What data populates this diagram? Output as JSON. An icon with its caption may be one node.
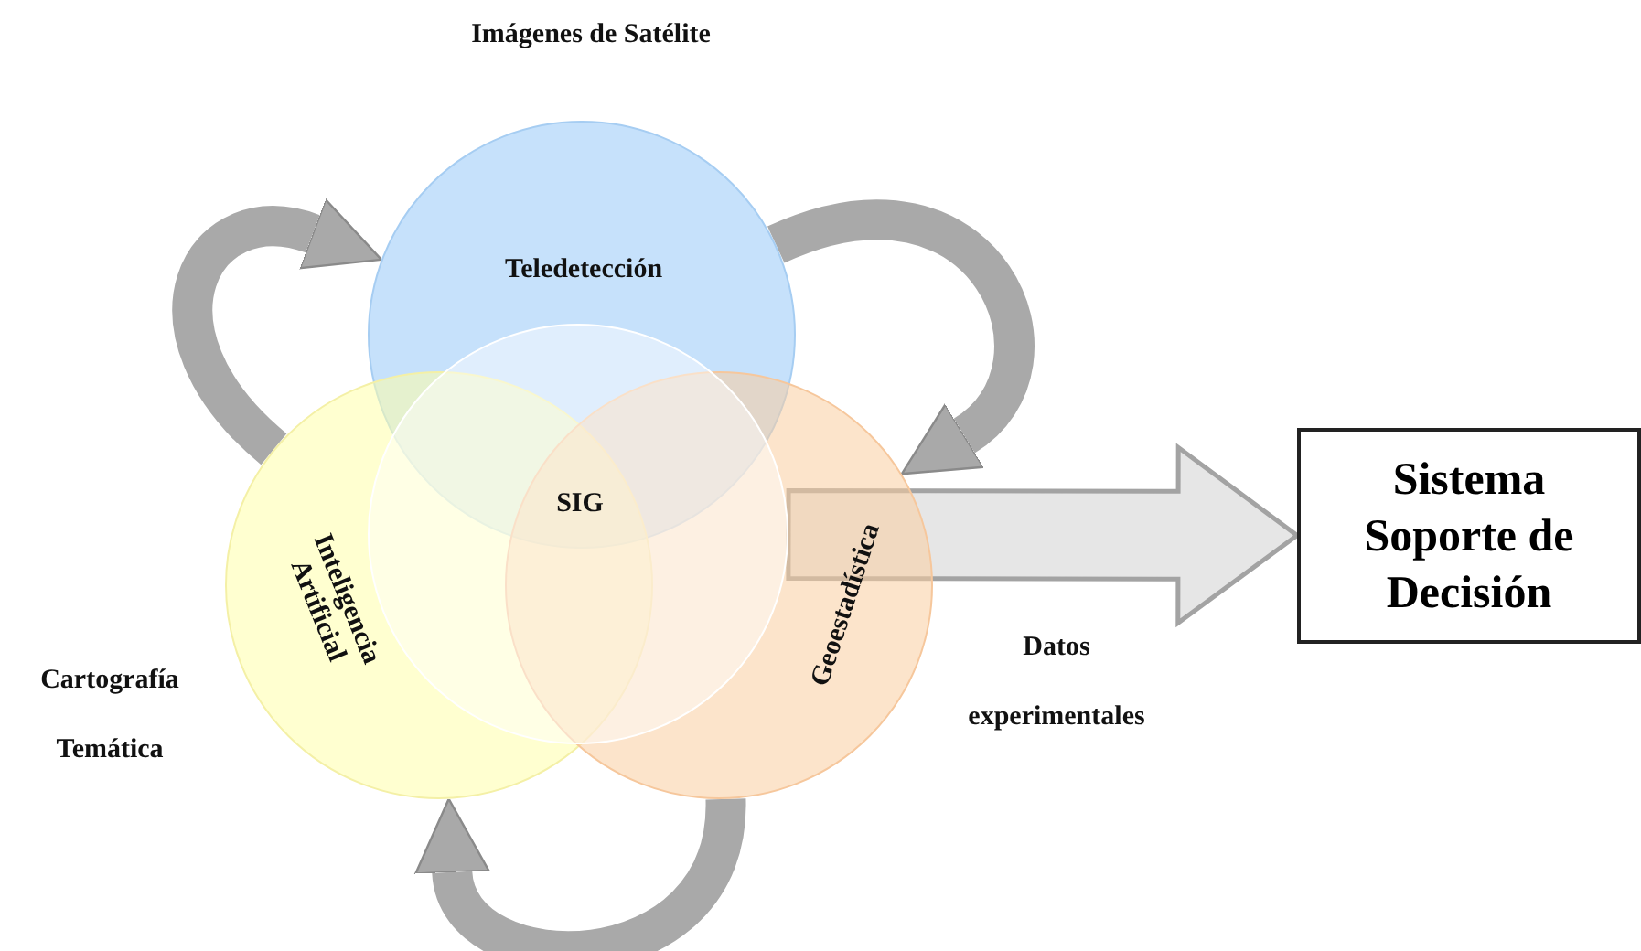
{
  "diagram": {
    "nodes": [
      {
        "text": [
          "Teledetección"
        ]
      },
      {
        "text": [
          "Inteligencia Artificial"
        ]
      },
      {
        "text": [
          "Geoestadística"
        ]
      },
      {
        "text": [
          "SIG"
        ]
      },
      {
        "text": [
          "Sistema Soporte de Decisión"
        ]
      }
    ],
    "edges": [
      {
        "from": 1,
        "to": 0,
        "arrow": "to"
      },
      {
        "from": 0,
        "to": 2,
        "arrow": "to"
      },
      {
        "from": 2,
        "to": 1,
        "arrow": "to"
      },
      {
        "from": 3,
        "to": 4,
        "arrow": "to"
      }
    ],
    "labels": [
      "Imágenes de Satélite",
      "Cartografía Temática",
      "Datos experimentales"
    ]
  }
}
